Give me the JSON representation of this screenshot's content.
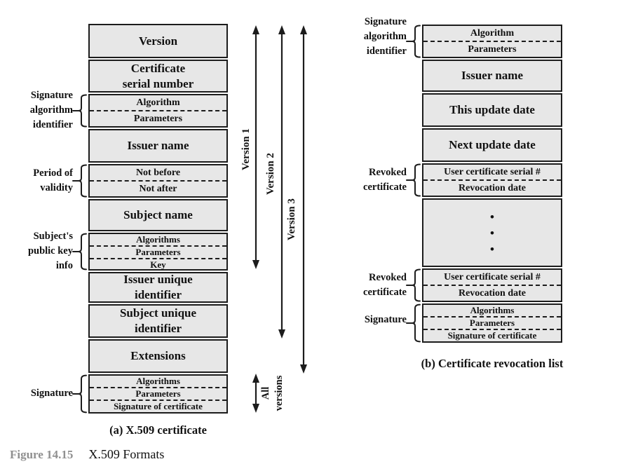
{
  "figure": {
    "label": "Figure 14.15",
    "title": "X.509 Formats"
  },
  "colors": {
    "box_fill": "#e7e7e7",
    "line": "#1c1c1c",
    "figure_label_gray": "#909090"
  },
  "cert": {
    "caption": "(a) X.509 certificate",
    "version": "Version",
    "serial_number": "Certificate\nserial number",
    "sig_alg": {
      "side_label": "Signature\nalgorithm\nidentifier",
      "algorithm": "Algorithm",
      "parameters": "Parameters"
    },
    "issuer_name": "Issuer name",
    "validity": {
      "side_label": "Period of\nvalidity",
      "not_before": "Not before",
      "not_after": "Not after"
    },
    "subject_name": "Subject name",
    "public_key_info": {
      "side_label": "Subject's\npublic key\ninfo",
      "algorithms": "Algorithms",
      "parameters": "Parameters",
      "key": "Key"
    },
    "issuer_unique_identifier": "Issuer unique\nidentifier",
    "subject_unique_identifier": "Subject unique\nidentifier",
    "extensions": "Extensions",
    "signature": {
      "side_label": "Signature",
      "algorithms": "Algorithms",
      "parameters": "Parameters",
      "signature_of_certificate": "Signature of certificate"
    },
    "version_arrows": {
      "v1": "Version 1",
      "v2": "Version 2",
      "v3": "Version 3",
      "all": "All versions"
    }
  },
  "crl": {
    "caption": "(b) Certificate revocation list",
    "sig_alg": {
      "side_label": "Signature\nalgorithm\nidentifier",
      "algorithm": "Algorithm",
      "parameters": "Parameters"
    },
    "issuer_name": "Issuer name",
    "this_update_date": "This update date",
    "next_update_date": "Next update date",
    "revoked_1": {
      "side_label": "Revoked\ncertificate",
      "serial": "User certificate serial #",
      "date": "Revocation date"
    },
    "dots": [
      "•",
      "•",
      "•"
    ],
    "revoked_2": {
      "side_label": "Revoked\ncertificate",
      "serial": "User certificate serial #",
      "date": "Revocation date"
    },
    "signature": {
      "side_label": "Signature",
      "algorithms": "Algorithms",
      "parameters": "Parameters",
      "signature_of_certificate": "Signature of certificate"
    }
  }
}
